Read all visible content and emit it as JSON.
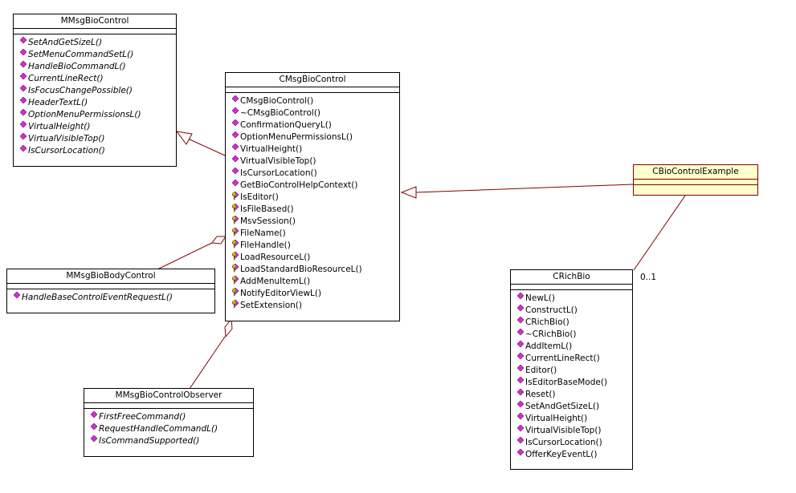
{
  "colors": {
    "operation_icon": "#cc33cc",
    "protected_icon_key": "#d4c000",
    "highlight_fill": "#ffffcc",
    "highlight_border": "#800000",
    "link": "#800000"
  },
  "classes": {
    "mmsgbiocontrol": {
      "name": "MMsgBioControl",
      "operations": [
        {
          "label": "SetAndGetSizeL()",
          "icon": "public-operation-icon"
        },
        {
          "label": "SetMenuCommandSetL()",
          "icon": "public-operation-icon"
        },
        {
          "label": "HandleBioCommandL()",
          "icon": "public-operation-icon"
        },
        {
          "label": "CurrentLineRect()",
          "icon": "public-operation-icon"
        },
        {
          "label": "IsFocusChangePossible()",
          "icon": "public-operation-icon"
        },
        {
          "label": "HeaderTextL()",
          "icon": "public-operation-icon"
        },
        {
          "label": "OptionMenuPermissionsL()",
          "icon": "public-operation-icon"
        },
        {
          "label": "VirtualHeight()",
          "icon": "public-operation-icon"
        },
        {
          "label": "VirtualVisibleTop()",
          "icon": "public-operation-icon"
        },
        {
          "label": "IsCursorLocation()",
          "icon": "public-operation-icon"
        }
      ]
    },
    "cmsgbiocontrol": {
      "name": "CMsgBioControl",
      "operations": [
        {
          "label": "CMsgBioControl()",
          "icon": "public-operation-icon"
        },
        {
          "label": "~CMsgBioControl()",
          "icon": "public-operation-icon"
        },
        {
          "label": "ConfirmationQueryL()",
          "icon": "public-operation-icon"
        },
        {
          "label": "OptionMenuPermissionsL()",
          "icon": "public-operation-icon"
        },
        {
          "label": "VirtualHeight()",
          "icon": "public-operation-icon"
        },
        {
          "label": "VirtualVisibleTop()",
          "icon": "public-operation-icon"
        },
        {
          "label": "IsCursorLocation()",
          "icon": "public-operation-icon"
        },
        {
          "label": "GetBioControlHelpContext()",
          "icon": "public-operation-icon"
        },
        {
          "label": "IsEditor()",
          "icon": "protected-operation-icon"
        },
        {
          "label": "IsFileBased()",
          "icon": "protected-operation-icon"
        },
        {
          "label": "MsvSession()",
          "icon": "protected-operation-icon"
        },
        {
          "label": "FileName()",
          "icon": "protected-operation-icon"
        },
        {
          "label": "FileHandle()",
          "icon": "protected-operation-icon"
        },
        {
          "label": "LoadResourceL()",
          "icon": "protected-operation-icon"
        },
        {
          "label": "LoadStandardBioResourceL()",
          "icon": "protected-operation-icon"
        },
        {
          "label": "AddMenuItemL()",
          "icon": "protected-operation-icon"
        },
        {
          "label": "NotifyEditorViewL()",
          "icon": "protected-operation-icon"
        },
        {
          "label": "SetExtension()",
          "icon": "protected-operation-icon"
        }
      ]
    },
    "mmsgbiobodycontrol": {
      "name": "MMsgBioBodyControl",
      "operations": [
        {
          "label": "HandleBaseControlEventRequestL()",
          "icon": "public-operation-icon"
        }
      ]
    },
    "mmsgbiocontrolobserver": {
      "name": "MMsgBioControlObserver",
      "operations": [
        {
          "label": "FirstFreeCommand()",
          "icon": "public-operation-icon"
        },
        {
          "label": "RequestHandleCommandL()",
          "icon": "public-operation-icon"
        },
        {
          "label": "IsCommandSupported()",
          "icon": "public-operation-icon"
        }
      ]
    },
    "cbiocontrolexample": {
      "name": "CBioControlExample",
      "operations": []
    },
    "crichbio": {
      "name": "CRichBio",
      "operations": [
        {
          "label": "NewL()",
          "icon": "public-operation-icon"
        },
        {
          "label": "ConstructL()",
          "icon": "public-operation-icon"
        },
        {
          "label": "CRichBio()",
          "icon": "public-operation-icon"
        },
        {
          "label": "~CRichBio()",
          "icon": "public-operation-icon"
        },
        {
          "label": "AddItemL()",
          "icon": "public-operation-icon"
        },
        {
          "label": "CurrentLineRect()",
          "icon": "public-operation-icon"
        },
        {
          "label": "Editor()",
          "icon": "public-operation-icon"
        },
        {
          "label": "IsEditorBaseMode()",
          "icon": "public-operation-icon"
        },
        {
          "label": "Reset()",
          "icon": "public-operation-icon"
        },
        {
          "label": "SetAndGetSizeL()",
          "icon": "public-operation-icon"
        },
        {
          "label": "VirtualHeight()",
          "icon": "public-operation-icon"
        },
        {
          "label": "VirtualVisibleTop()",
          "icon": "public-operation-icon"
        },
        {
          "label": "IsCursorLocation()",
          "icon": "public-operation-icon"
        },
        {
          "label": "OfferKeyEventL()",
          "icon": "public-operation-icon"
        }
      ]
    }
  },
  "multiplicity_crichbio": "0..1"
}
